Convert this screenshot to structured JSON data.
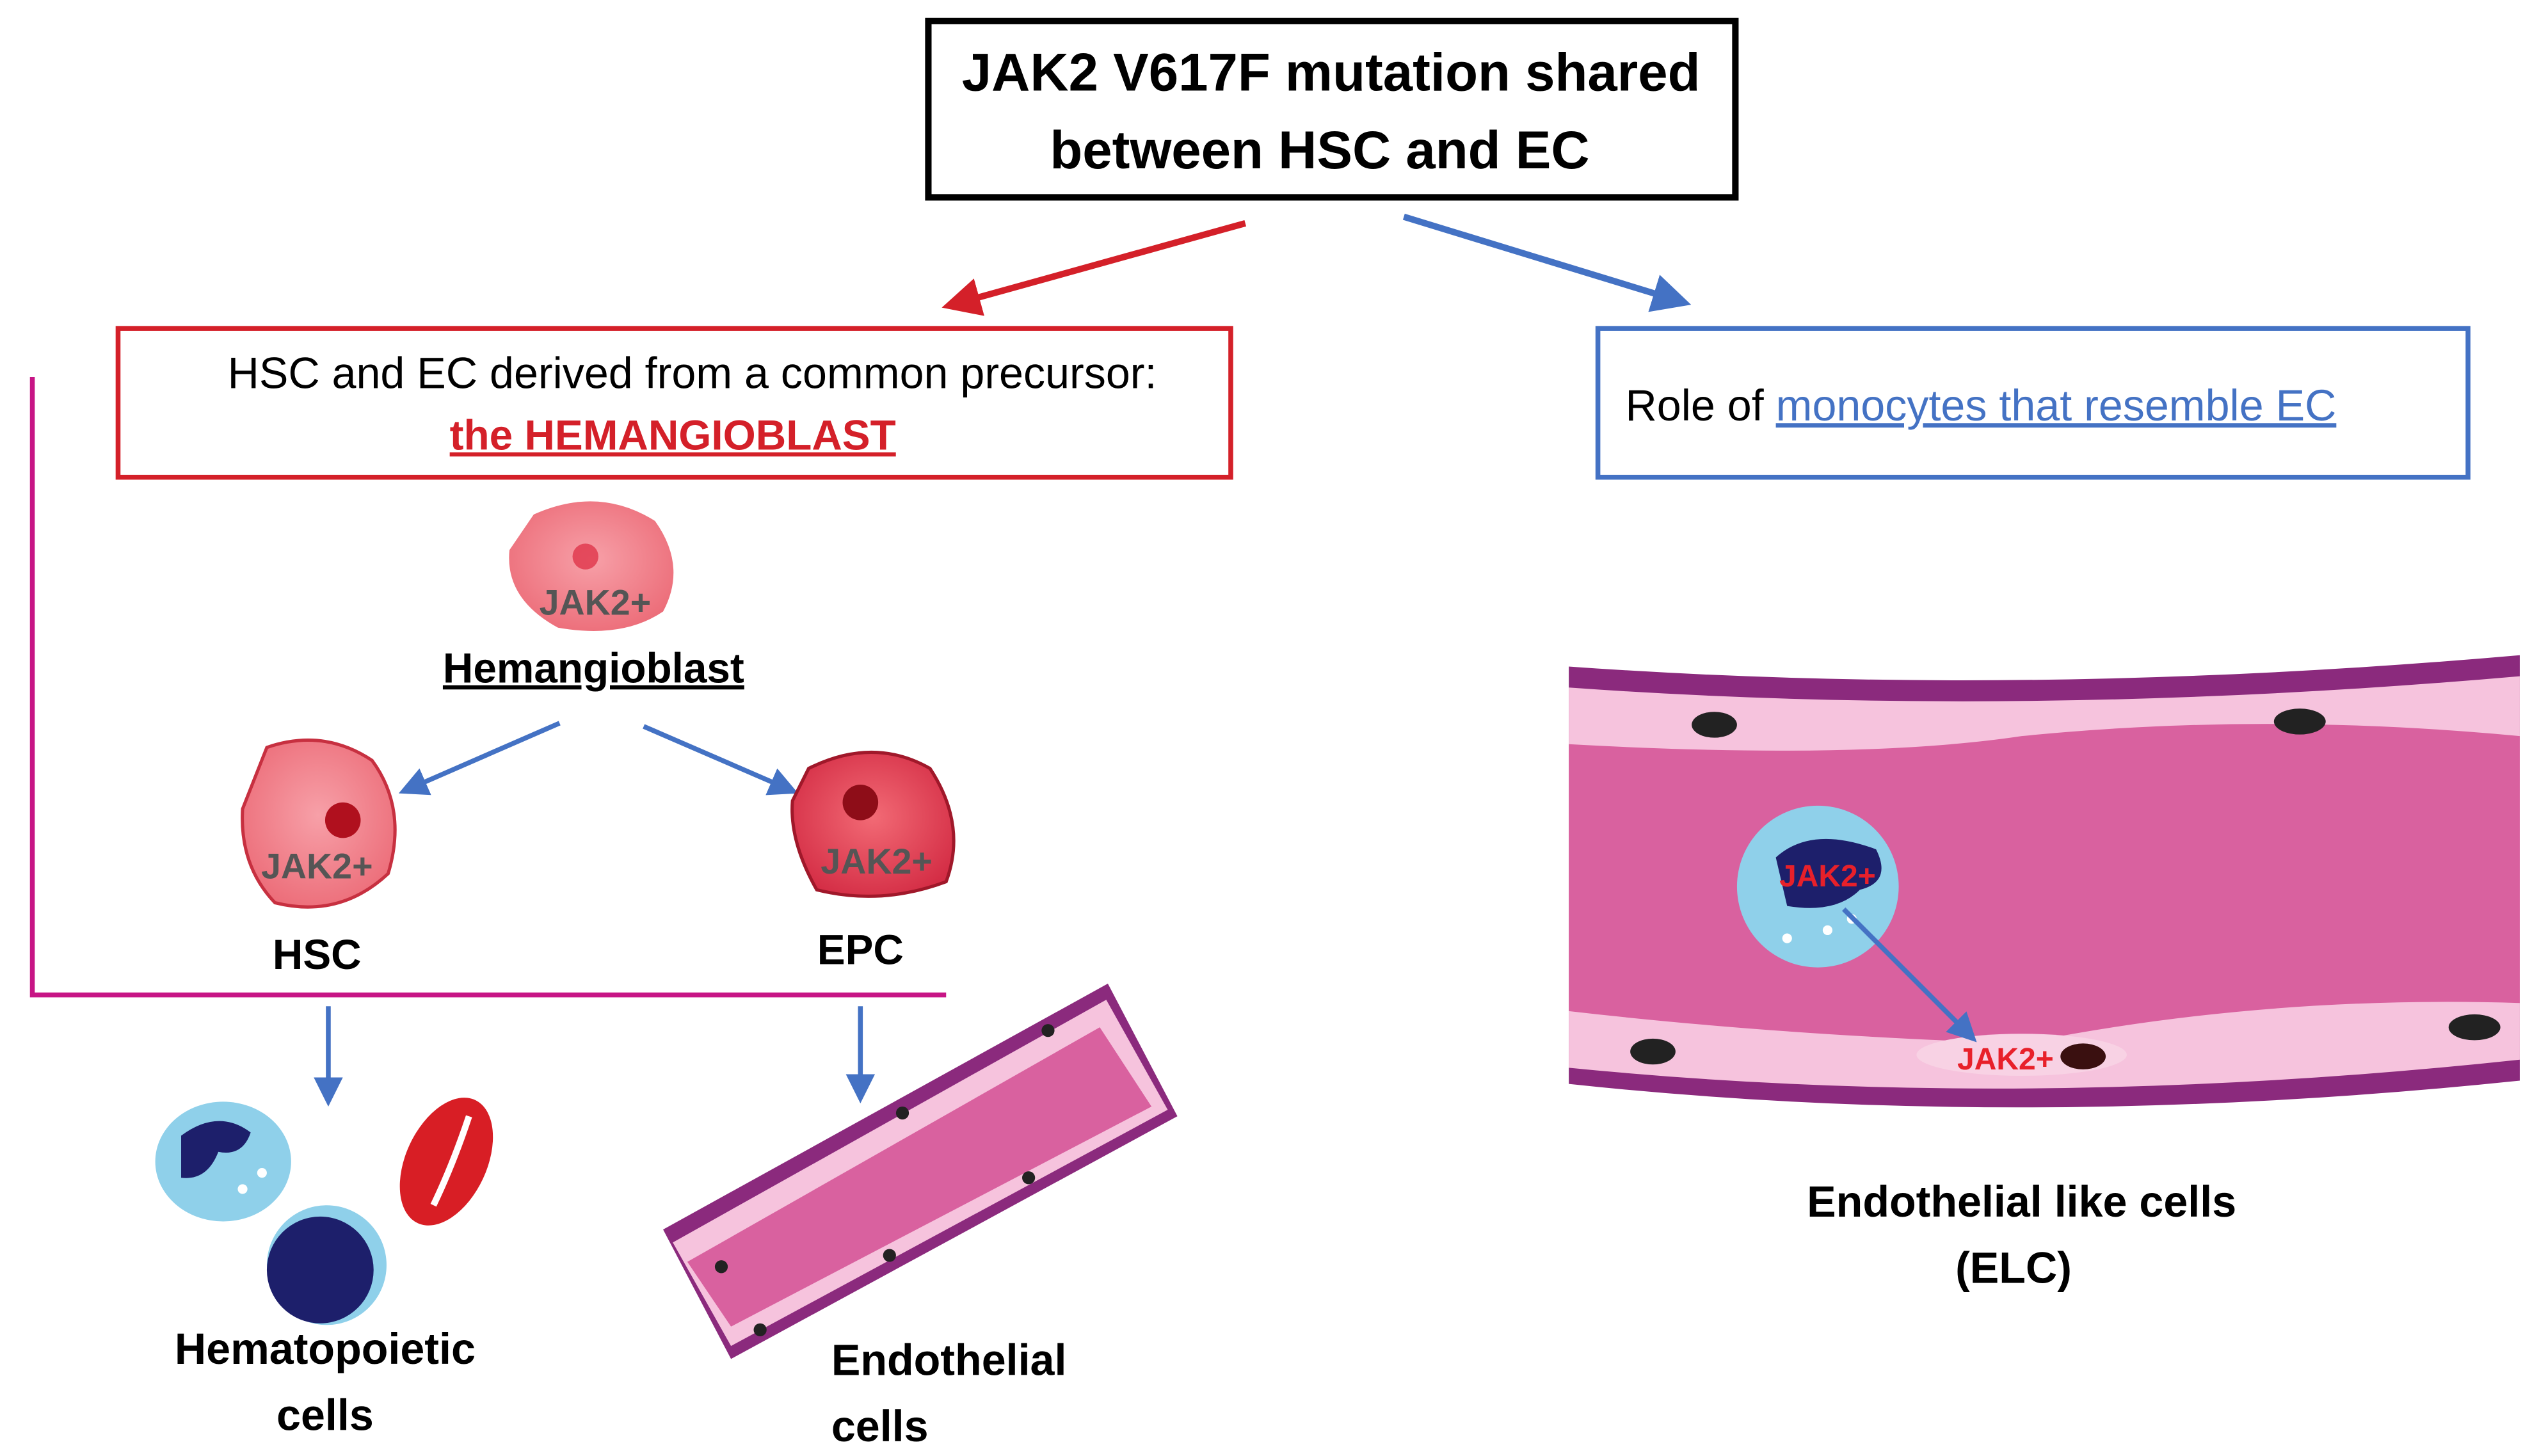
{
  "title_box": {
    "line1": "JAK2 V617F mutation shared",
    "line2": "between HSC   and EC"
  },
  "left_box": {
    "line1": "HSC and EC  derived from a common precursor:",
    "line2": "the HEMANGIOBLAST"
  },
  "right_box": {
    "prefix": "Role of ",
    "link": "monocytes that resemble EC"
  },
  "cells": {
    "hemangioblast": {
      "marker": "JAK2+",
      "label": "Hemangioblast"
    },
    "hsc": {
      "marker": "JAK2+",
      "label": "HSC"
    },
    "epc": {
      "marker": "JAK2+",
      "label": "EPC"
    },
    "monocyte_marker": "JAK2+",
    "elc_marker": "JAK2+"
  },
  "outputs": {
    "hematopoietic": {
      "line1": "Hematopoietic",
      "line2": "cells"
    },
    "endothelial": {
      "line1": "Endothelial",
      "line2": "cells"
    },
    "elc": {
      "line1": "Endothelial like cells",
      "line2": "(ELC)"
    }
  },
  "colors": {
    "red": "#d42029",
    "blue": "#4472c4",
    "magenta": "#c71585",
    "vessel": "#d9619f",
    "vessel_wall": "#8b2a7d"
  }
}
